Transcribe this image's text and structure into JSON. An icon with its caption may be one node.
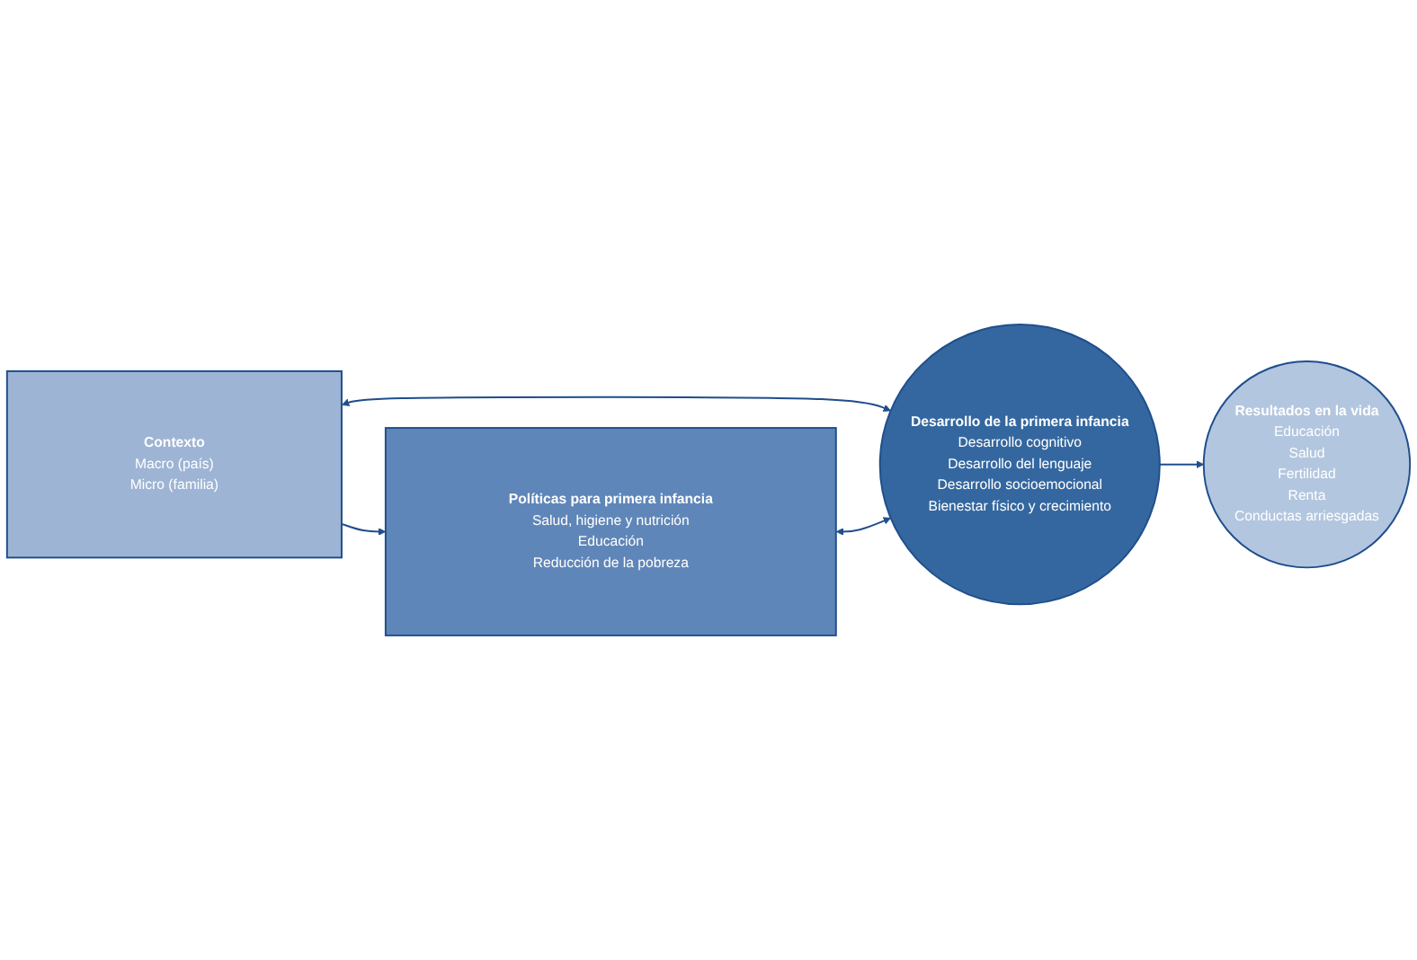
{
  "diagram": {
    "nodes": [
      {
        "text": [
          "Contexto",
          "Macro (país)",
          "Micro (familia)"
        ]
      },
      {
        "text": [
          "Políticas para primera infancia",
          "Salud, higiene y nutrición",
          "Educación",
          "Reducción de la pobreza"
        ]
      },
      {
        "text": [
          "Desarrollo de la primera infancia",
          "Desarrollo cognitivo",
          "Desarrollo del lenguaje",
          "Desarrollo socioemocional",
          "Bienestar físico y crecimiento"
        ]
      },
      {
        "text": [
          "Resultados en la vida",
          "Educación",
          "Salud",
          "Fertilidad",
          "Renta",
          "Conductas arriesgadas"
        ]
      }
    ],
    "edges": [
      {
        "from": 0,
        "to": 2,
        "arrow": "both"
      },
      {
        "from": 0,
        "to": 1,
        "arrow": "to"
      },
      {
        "from": 1,
        "to": 2,
        "arrow": "both"
      },
      {
        "from": 2,
        "to": 3,
        "arrow": "to"
      }
    ]
  }
}
